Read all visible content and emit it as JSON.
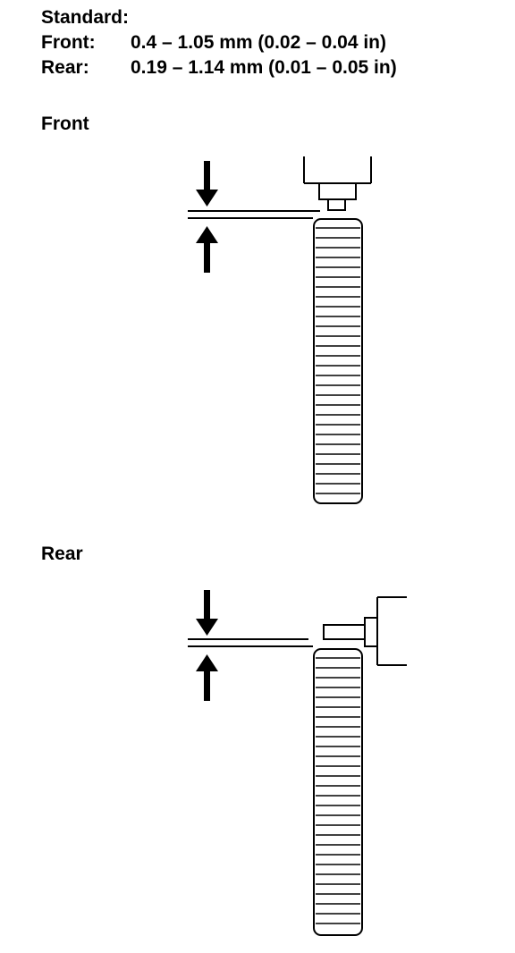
{
  "standard": {
    "heading": "Standard:",
    "rows": [
      {
        "label": "Front:",
        "value": "0.4 – 1.05 mm (0.02 – 0.04 in)"
      },
      {
        "label": "Rear:",
        "value": "0.19 – 1.14 mm (0.01 – 0.05 in)"
      }
    ]
  },
  "front": {
    "title": "Front"
  },
  "rear": {
    "title": "Rear"
  },
  "colors": {
    "line": "#000000",
    "background": "#ffffff"
  }
}
